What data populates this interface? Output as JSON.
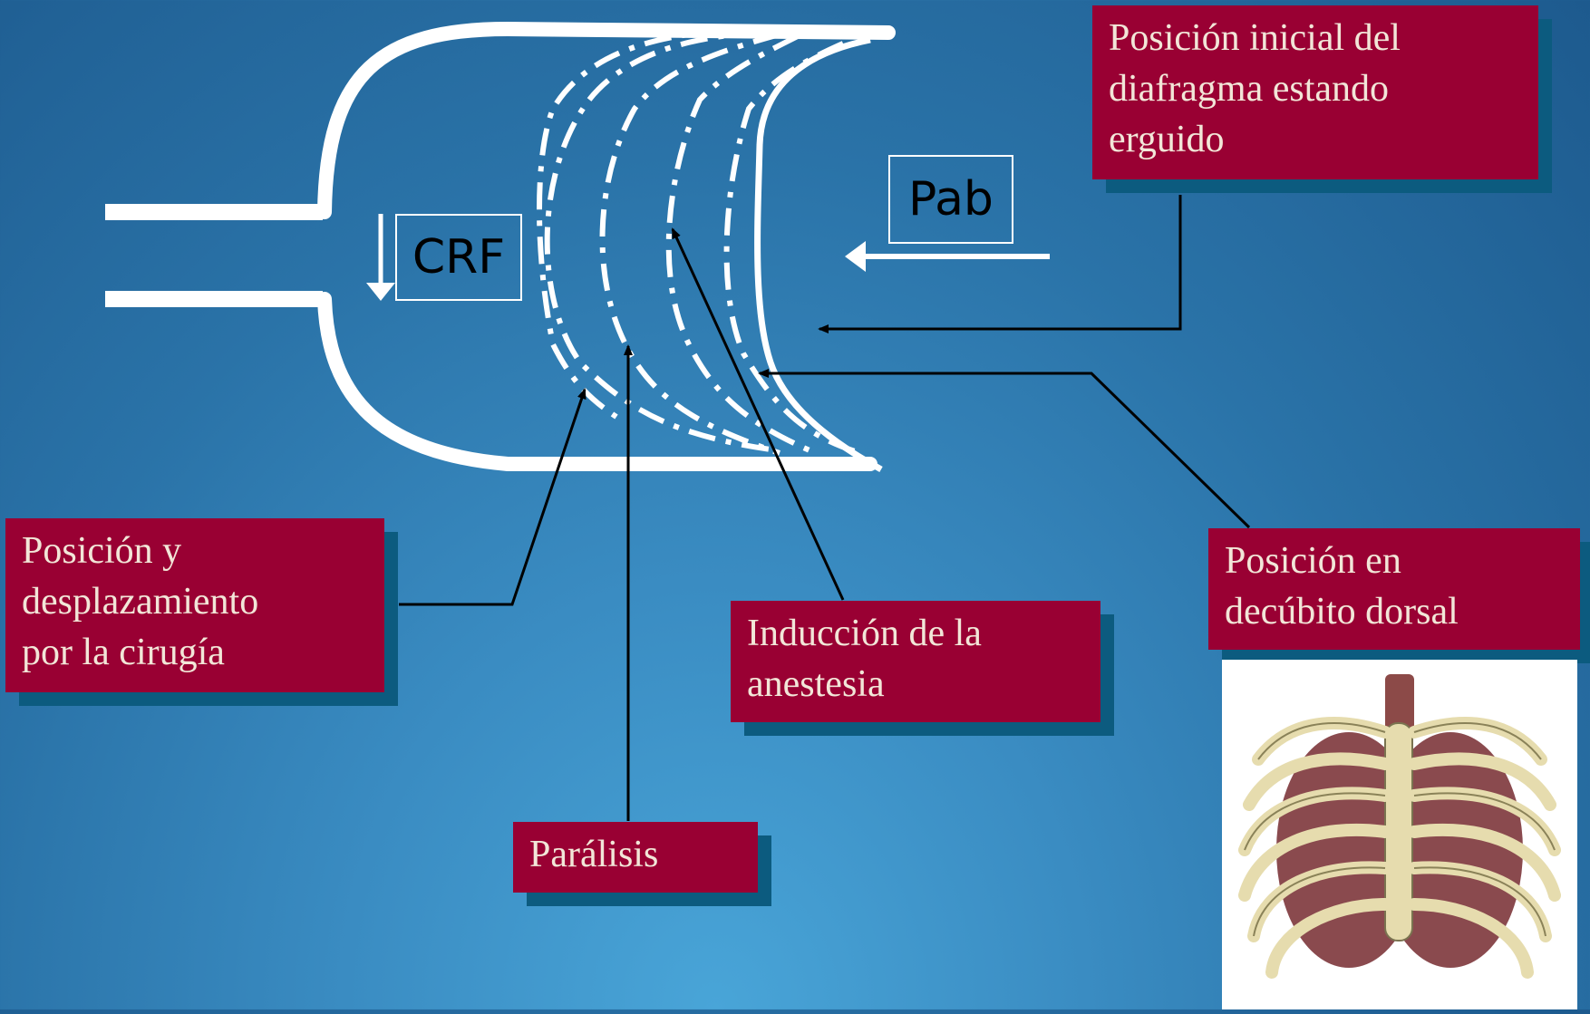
{
  "labels": {
    "crf": "CRF",
    "pab": "Pab",
    "initial_position": "Posición inicial del\ndiafragma estando\nerguido",
    "surgery_displacement": "Posición y\ndesplazamiento\npor la cirugía",
    "anesthesia_induction": "Inducción de la\nanestesia",
    "paralysis": "Parálisis",
    "supine_position": "Posición en\ndecúbito dorsal"
  },
  "colors": {
    "label_fill": "#990033",
    "label_shadow": "#0c5b7f",
    "label_text": "#f2e6d8",
    "outline": "#ffffff",
    "bone": "#e6dcae",
    "lung": "#8a4a4e"
  },
  "illustration": "rib-cage-with-lungs"
}
